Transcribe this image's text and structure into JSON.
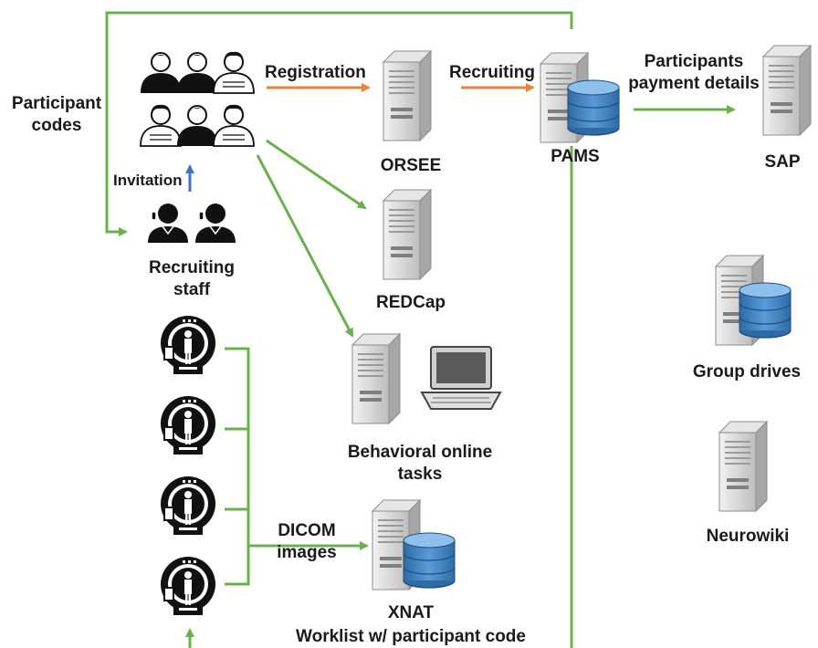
{
  "labels": {
    "participant_codes_line1": "Participant",
    "participant_codes_line2": "codes",
    "registration": "Registration",
    "recruiting": "Recruiting",
    "payment_line1": "Participants",
    "payment_line2": "payment details",
    "invitation": "Invitation",
    "recruiting_staff_line1": "Recruiting",
    "recruiting_staff_line2": "staff",
    "orsee": "ORSEE",
    "pams": "PAMS",
    "sap": "SAP",
    "redcap": "REDCap",
    "behavioral_line1": "Behavioral online",
    "behavioral_line2": "tasks",
    "dicom_line1": "DICOM",
    "dicom_line2": "images",
    "xnat": "XNAT",
    "worklist": "Worklist w/ participant code",
    "group_drives": "Group drives",
    "neurowiki": "Neurowiki"
  },
  "colors": {
    "green": "#6ab04c",
    "orange": "#e8833a",
    "blue": "#4472c4",
    "server_body": "#d9d9d9",
    "database": "#4a86c8"
  }
}
